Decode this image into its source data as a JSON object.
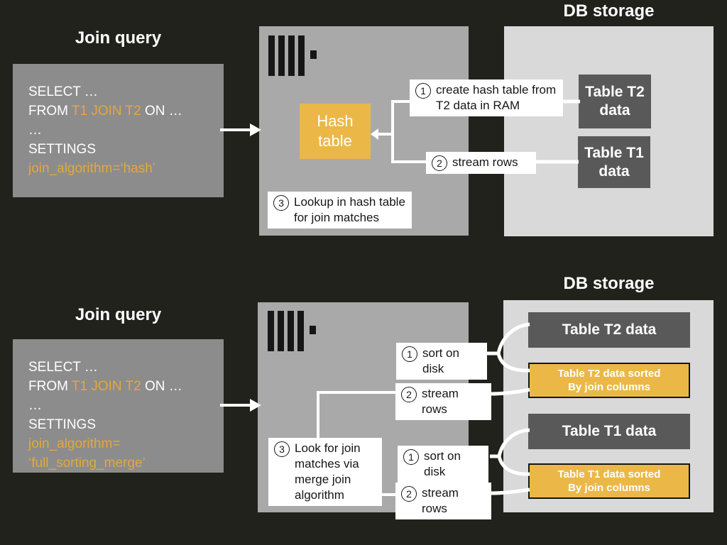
{
  "colors": {
    "background": "#20221b",
    "query_box_gray": "#8c8c8c",
    "server_box_gray": "#a9a9a9",
    "db_storage_gray": "#d9d9d9",
    "table_box_dark": "#595959",
    "accent_yellow": "#ebb848",
    "code_yellow_text": "#e2a939",
    "text_white": "#ffffff",
    "label_black": "#161616"
  },
  "top": {
    "join_query_title": "Join query",
    "db_title": "DB storage",
    "query_lines": [
      [
        {
          "t": "SELECT …"
        }
      ],
      [
        {
          "t": "FROM "
        },
        {
          "t": "T1 JOIN T2",
          "y": true
        },
        {
          "t": " ON …"
        }
      ],
      [
        {
          "t": "…"
        }
      ],
      [
        {
          "t": "SETTINGS"
        }
      ],
      [
        {
          "t": "join_algorithm=‘hash’",
          "y": true
        }
      ]
    ],
    "hash_table_label": "Hash table",
    "steps": [
      {
        "num": "1",
        "text": "create hash table from T2 data in RAM"
      },
      {
        "num": "2",
        "text": "stream rows"
      },
      {
        "num": "3",
        "text": "Lookup in hash table for join matches"
      }
    ],
    "db_tables": [
      "Table T2 data",
      "Table T1 data"
    ]
  },
  "bottom": {
    "join_query_title": "Join query",
    "db_title": "DB storage",
    "query_lines": [
      [
        {
          "t": "SELECT …"
        }
      ],
      [
        {
          "t": "FROM "
        },
        {
          "t": "T1 JOIN T2",
          "y": true
        },
        {
          "t": " ON …"
        }
      ],
      [
        {
          "t": "…"
        }
      ],
      [
        {
          "t": "SETTINGS"
        }
      ],
      [
        {
          "t": "join_algorithm=",
          "y": true
        }
      ],
      [
        {
          "t": "‘full_sorting_merge’",
          "y": true
        }
      ]
    ],
    "steps": [
      {
        "num": "1",
        "text": "sort on disk"
      },
      {
        "num": "2",
        "text": "stream rows"
      },
      {
        "num": "3",
        "text": "Look for join matches via merge join algorithm"
      },
      {
        "num": "1",
        "text": "sort on disk"
      },
      {
        "num": "2",
        "text": "stream rows"
      }
    ],
    "db_tables": [
      {
        "label": "Table T2 data"
      },
      {
        "label": "Table T2 data sorted",
        "label2": "By join columns"
      },
      {
        "label": "Table T1 data"
      },
      {
        "label": "Table T1 data sorted",
        "label2": "By join columns"
      }
    ]
  }
}
